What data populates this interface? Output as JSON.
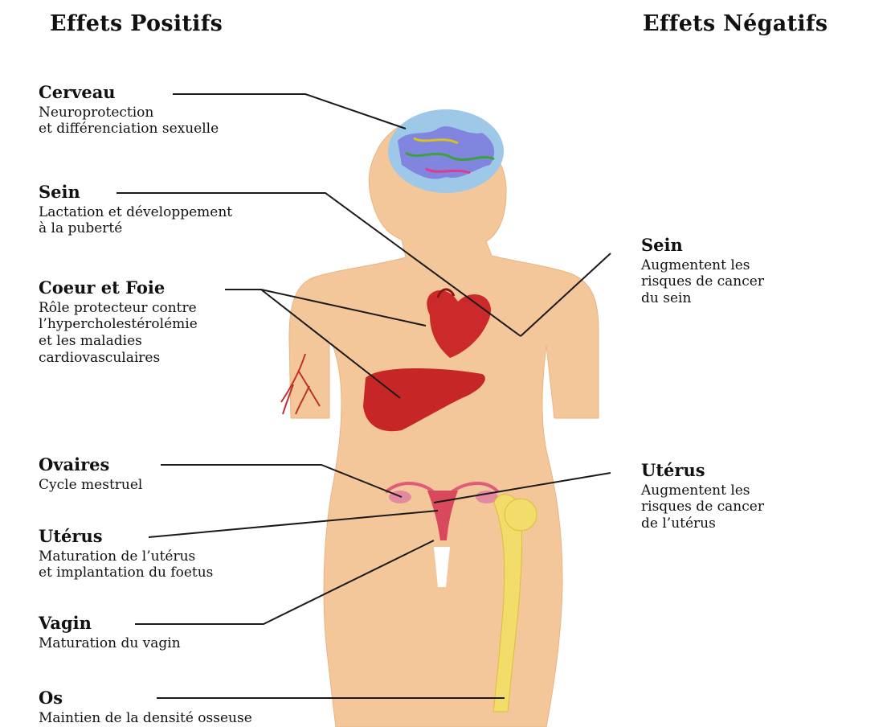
{
  "headers": {
    "positive": "Effets Positifs",
    "negative": "Effets Négatifs"
  },
  "positive_effects": [
    {
      "organ": "Cerveau",
      "description": "Neuroprotection\net différenciation sexuelle"
    },
    {
      "organ": "Sein",
      "description": "Lactation et développement\nà la puberté"
    },
    {
      "organ": "Coeur et Foie",
      "description": "Rôle protecteur contre\nl’hypercholestérolémie\net les maladies\ncardiovasculaires"
    },
    {
      "organ": "Ovaires",
      "description": "Cycle mestruel"
    },
    {
      "organ": "Utérus",
      "description": "Maturation de l’utérus\net implantation du foetus"
    },
    {
      "organ": "Vagin",
      "description": "Maturation du vagin"
    },
    {
      "organ": "Os",
      "description": "Maintien de la densité osseuse"
    }
  ],
  "negative_effects": [
    {
      "organ": "Sein",
      "description": "Augmentent les\nrisques de cancer\n du sein"
    },
    {
      "organ": "Utérus",
      "description": "Augmentent les\nrisques de cancer\nde l’utérus"
    }
  ],
  "colors": {
    "skin": "#f4c79a",
    "organ_red": "#cc2a2a",
    "bone": "#f2dc6a",
    "leader_line": "#1a1a1a"
  }
}
